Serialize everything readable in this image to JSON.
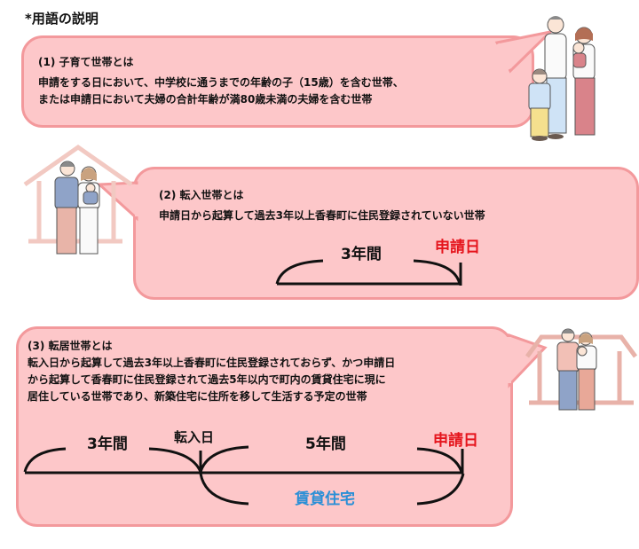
{
  "heading": "*用語の説明",
  "sections": [
    {
      "title": "(1) 子育て世帯とは",
      "lines": [
        "申請をする日において、中学校に通うまでの年齢の子（15歳）を含む世帯、",
        "または申請日において夫婦の合計年齢が満80歳未満の夫婦を含む世帯"
      ],
      "illustration": "family-of-four-illustration"
    },
    {
      "title": "(2) 転入世帯とは",
      "lines": [
        "申請日から起算して過去3年以上香春町に住民登録されていない世帯"
      ],
      "timeline": {
        "period_label": "3年間",
        "end_label": "申請日"
      },
      "illustration": "couple-with-baby-house-illustration"
    },
    {
      "title": "(3) 転居世帯とは",
      "lines": [
        "転入日から起算して過去3年以上香春町に住民登録されておらず、かつ申請日",
        "から起算して香春町に住民登録されて過去5年以内で町内の賃貸住宅に現に",
        "居住している世帯であり、新築住宅に住所を移して生活する予定の世帯"
      ],
      "timeline": {
        "period1_label": "3年間",
        "move_in_label": "転入日",
        "period2_label": "5年間",
        "end_label": "申請日",
        "rental_label": "賃貸住宅"
      },
      "illustration": "couple-with-baby-house-illustration-2"
    }
  ],
  "colors": {
    "bubble_fill": "#fdc7c9",
    "bubble_border": "#f3999c",
    "highlight_red": "#e5141c",
    "highlight_blue": "#2a8fd6"
  }
}
